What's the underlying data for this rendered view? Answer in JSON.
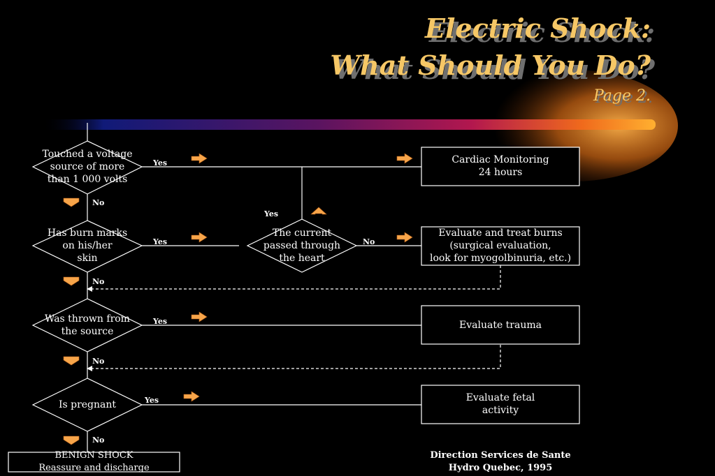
{
  "title": {
    "line1": "Electric Shock:",
    "line2": "What Should You Do?",
    "page": "Page 2."
  },
  "colors": {
    "title": "#f6c766",
    "arrow": "#f7a54a",
    "line": "#ffffff",
    "background": "#000000"
  },
  "decisions": {
    "voltage": "Touched a voltage\nsource of more\nthan 1 000 volts",
    "burn": "Has burn marks\non his/her\nskin",
    "thrown": "Was thrown from\nthe source",
    "pregnant": "Is pregnant",
    "heart": "The current\npassed through\nthe heart"
  },
  "actions": {
    "cardiac": "Cardiac Monitoring\n24 hours",
    "burns": "Evaluate and treat burns\n(surgical evaluation,\nlook for myogolbinuria, etc.)",
    "trauma": "Evaluate trauma",
    "fetal": "Evaluate fetal\nactivity",
    "benign": "BENIGN SHOCK\nReassure and discharge"
  },
  "labels": {
    "yes": "Yes",
    "no": "No"
  },
  "footer": {
    "line1": "Direction Services de Sante",
    "line2": "Hydro Quebec, 1995"
  }
}
